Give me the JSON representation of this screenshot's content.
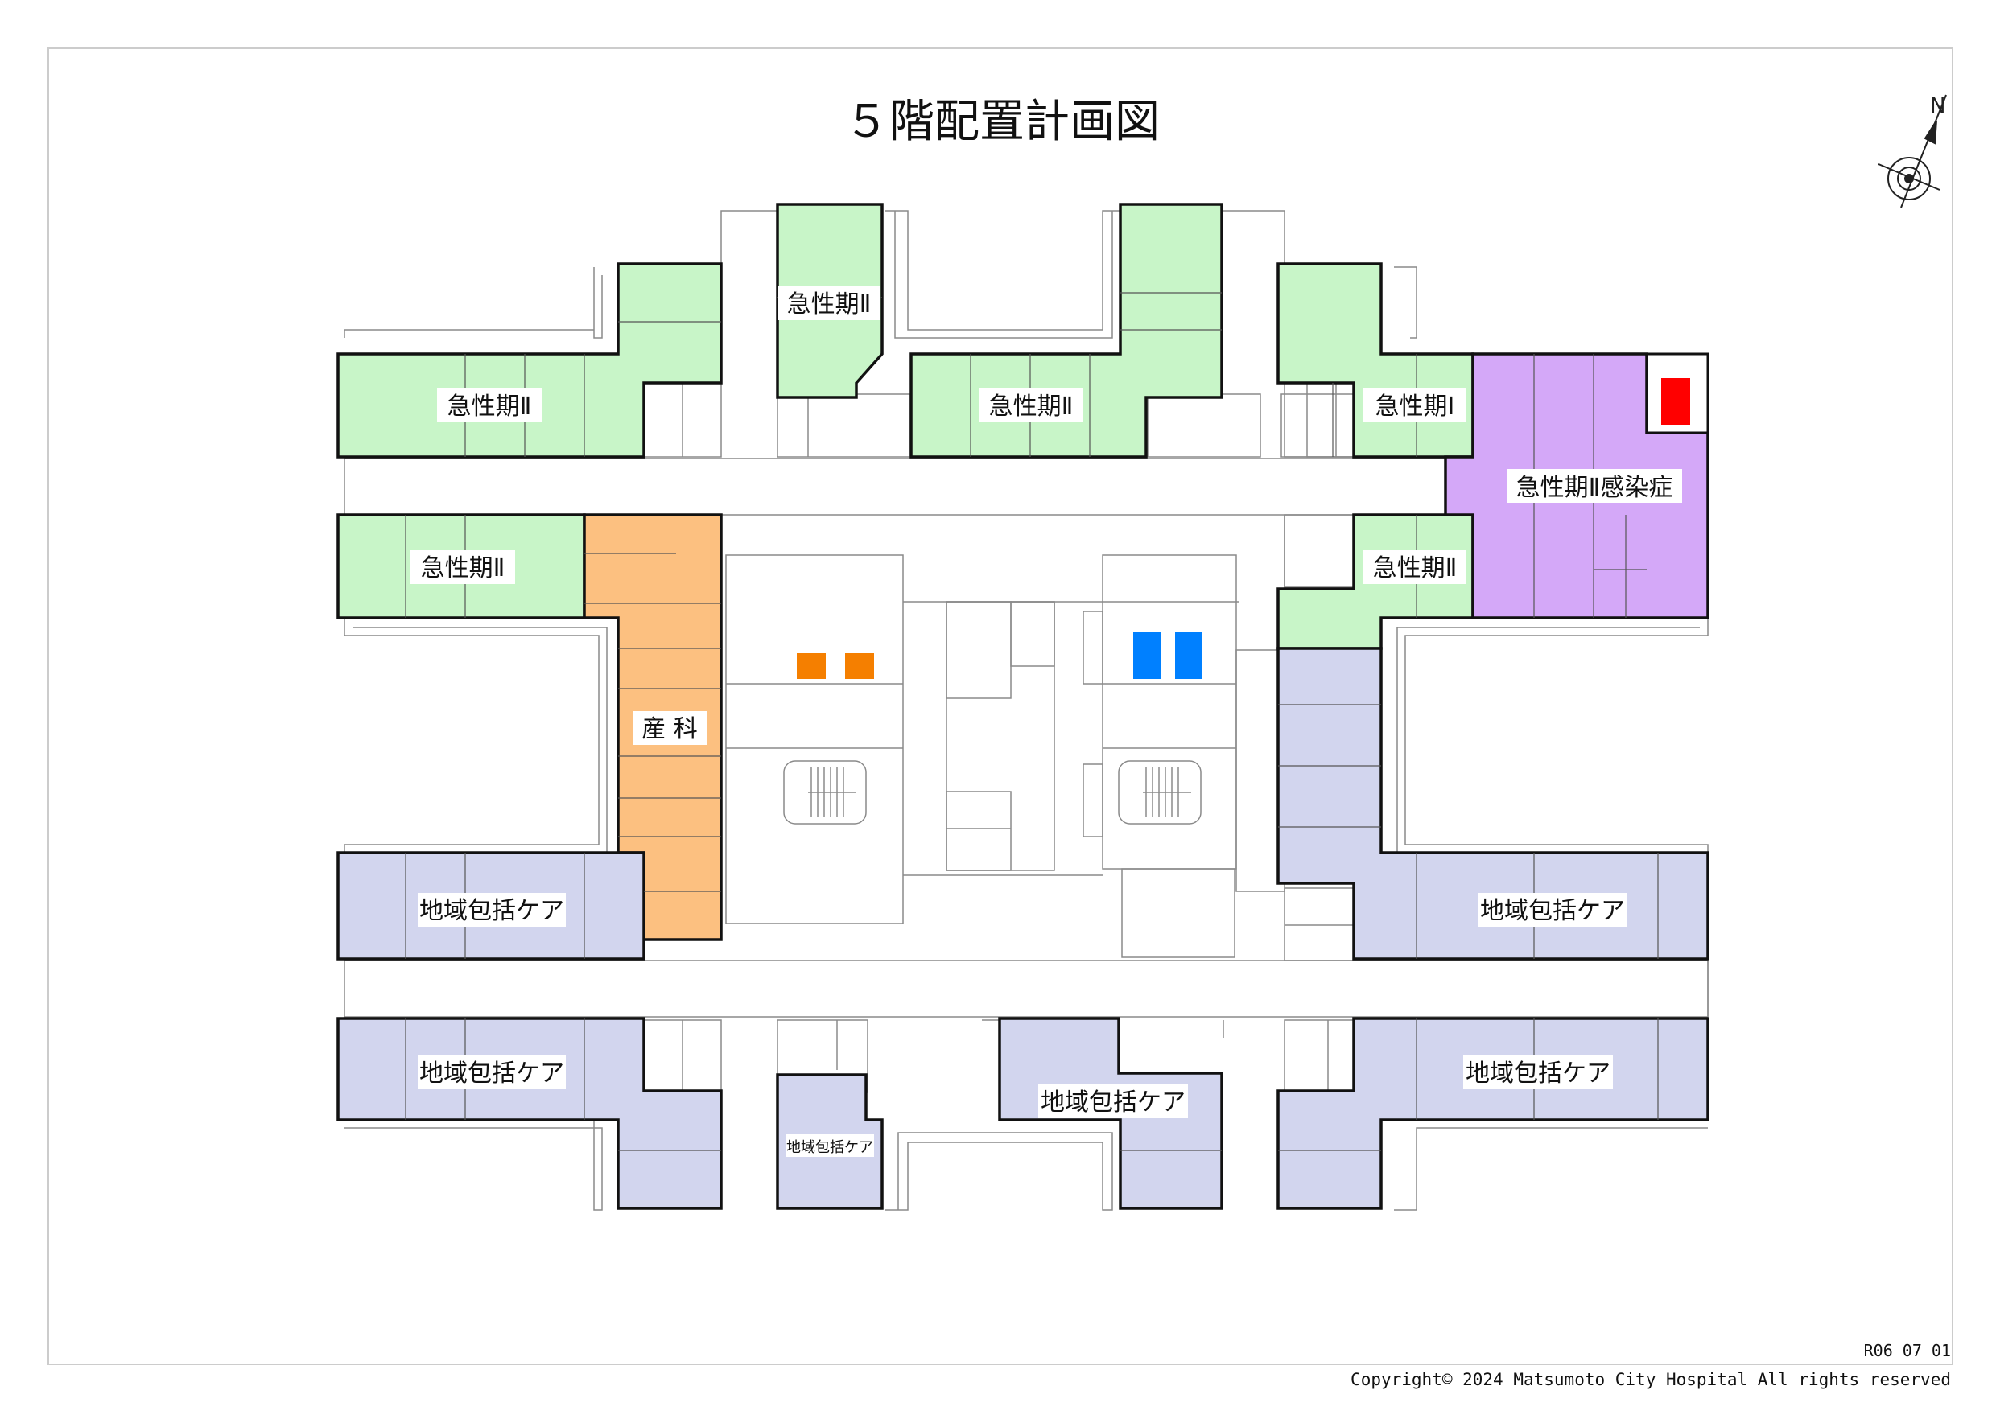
{
  "title": "５階配置計画図",
  "compass": {
    "north_label": "N"
  },
  "colors": {
    "acute": "#c8f5c8",
    "infection": "#d4a8f8",
    "obstetrics": "#fcc080",
    "community": "#d2d5ee",
    "orange_marker": "#f57f00",
    "blue_marker": "#0080ff",
    "red_marker": "#ff0000"
  },
  "wards": [
    {
      "label": "急性期Ⅱ"
    },
    {
      "label": "急性期Ⅱ"
    },
    {
      "label": "急性期Ⅱ"
    },
    {
      "label": "急性期Ⅰ"
    },
    {
      "label": "急性期Ⅱ感染症"
    },
    {
      "label": "急性期Ⅱ"
    },
    {
      "label": "急性期Ⅱ"
    },
    {
      "label": "産 科"
    },
    {
      "label": "地域包括ケア"
    },
    {
      "label": "地域包括ケア"
    },
    {
      "label": "地域包括ケア"
    },
    {
      "label": "地域包括ケア"
    },
    {
      "label": "地域包括ケア"
    },
    {
      "label": "地域包括ケア"
    }
  ],
  "footer": {
    "doc_code": "R06_07_01",
    "copyright": "Copyright© 2024 Matsumoto City Hospital All rights reserved"
  }
}
